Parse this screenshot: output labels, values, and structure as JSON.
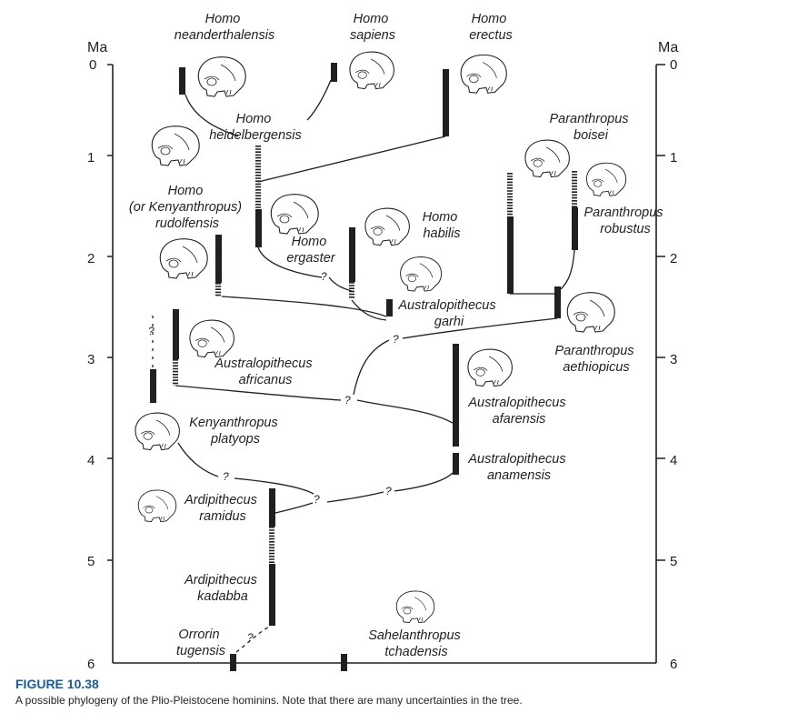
{
  "figure": {
    "axis_title_left": "Ma",
    "axis_title_right": "Ma",
    "ticks": [
      "0",
      "1",
      "2",
      "3",
      "4",
      "5",
      "6"
    ],
    "uncertain_mark": "?",
    "species": {
      "neanderthalensis": [
        "Homo",
        "neanderthalensis"
      ],
      "sapiens": [
        "Homo",
        "sapiens"
      ],
      "erectus": [
        "Homo",
        "erectus"
      ],
      "heidelbergensis": [
        "Homo",
        "heidelbergensis"
      ],
      "boisei": [
        "Paranthropus",
        "boisei"
      ],
      "rudolfensis": [
        "Homo",
        "(or Kenyanthropus)",
        "rudolfensis"
      ],
      "habilis": [
        "Homo",
        "habilis"
      ],
      "ergaster": [
        "Homo",
        "ergaster"
      ],
      "robustus": [
        "Paranthropus",
        "robustus"
      ],
      "garhi": [
        "Australopithecus",
        "garhi"
      ],
      "africanus": [
        "Australopithecus",
        "africanus"
      ],
      "aethiopicus": [
        "Paranthropus",
        "aethiopicus"
      ],
      "afarensis": [
        "Australopithecus",
        "afarensis"
      ],
      "platyops": [
        "Kenyanthropus",
        "platyops"
      ],
      "anamensis": [
        "Australopithecus",
        "anamensis"
      ],
      "ramidus": [
        "Ardipithecus",
        "ramidus"
      ],
      "kadabba": [
        "Ardipithecus",
        "kadabba"
      ],
      "tugensis": [
        "Orrorin",
        "tugensis"
      ],
      "tchadensis": [
        "Sahelanthropus",
        "tchadensis"
      ]
    }
  },
  "caption": {
    "title": "FIGURE 10.38",
    "text": "A possible phylogeny of the Plio-Pleistocene hominins. Note that there are many uncertainties in the tree."
  },
  "icons": [
    "hominin-skull-icon"
  ]
}
